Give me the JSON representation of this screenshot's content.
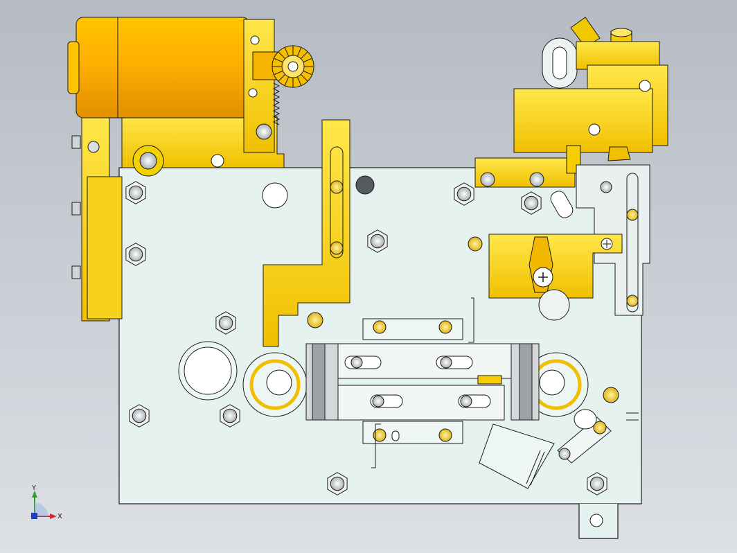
{
  "viewport": {
    "background_top": "#b6bbc3",
    "background_bottom": "#dde0e5"
  },
  "colors": {
    "plate": "#e6f2ef",
    "gold": "#f1c40f",
    "gold_light": "#fbe35a",
    "gold_dark": "#c49a00",
    "motor": "#f7a800",
    "outline": "#1a1a1a",
    "gray": "#c9cdd0"
  },
  "triad": {
    "y_label": "Y",
    "x_label": "X",
    "y_color": "#2ca02c",
    "x_color": "#d62728",
    "z_color": "#1f3fbf"
  },
  "icons": [
    "motor",
    "bevel-gear",
    "hex-nut",
    "hex-bolt",
    "bearing",
    "cam-lever",
    "coordinate-triad"
  ]
}
